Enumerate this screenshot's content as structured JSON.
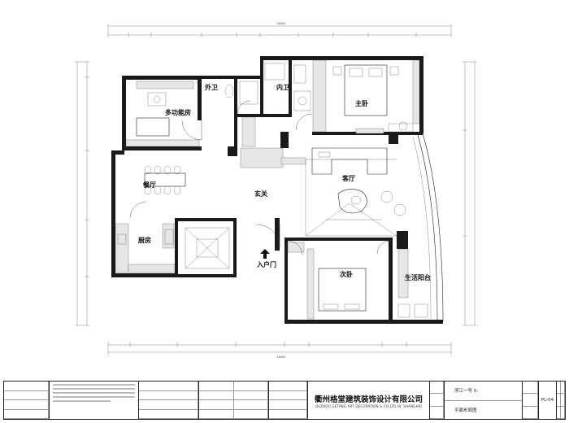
{
  "rooms": {
    "master_bedroom": "主卧",
    "ensuite_bath": "内卫",
    "guest_bath": "外卫",
    "multi_room": "多功能房",
    "dining": "餐厅",
    "foyer": "玄关",
    "living": "客厅",
    "kitchen": "厨房",
    "second_bedroom": "次卧",
    "balcony": "生活阳台",
    "entrance": "入户门"
  },
  "title_block": {
    "company_cn": "衢州格堂建筑装饰设计有限公司",
    "company_en": "QUZHOU GETANG ART DECORATION  &  CO.LTD OF SHANGHAI",
    "project_name": "滨江一号 5-",
    "drawing_title": "平面布局图",
    "drawing_number": "PL-04"
  },
  "colors": {
    "wall": "#1a1a1a",
    "line": "#222222",
    "hatch": "#e6e6e6"
  }
}
